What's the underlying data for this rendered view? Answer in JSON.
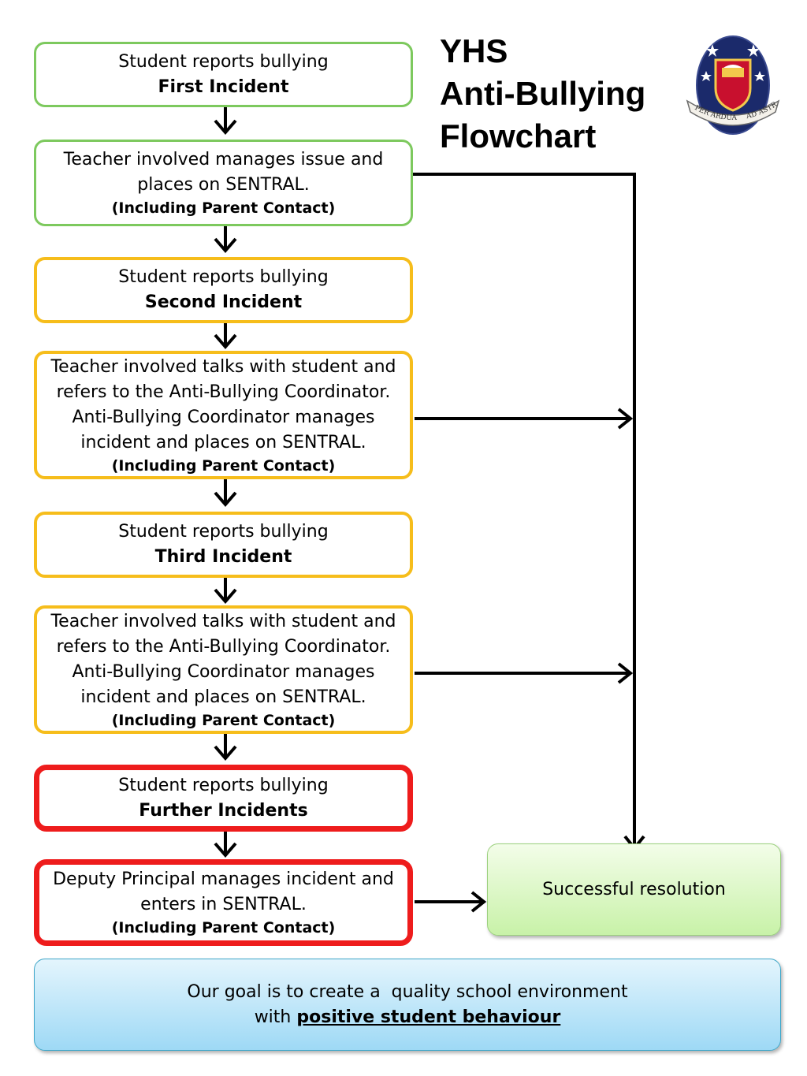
{
  "title": {
    "line1": "YHS",
    "line2": "Anti-Bullying",
    "line3": "Flowchart"
  },
  "logo": {
    "motto_left": "PER ARDUA",
    "motto_right": "AD ASTRA",
    "colors": {
      "navy": "#1b2a6b",
      "red": "#c8102e",
      "gold": "#f2c94c"
    }
  },
  "steps": [
    {
      "line1": "Student reports bullying",
      "line2": "First Incident"
    },
    {
      "line1": "Teacher involved manages issue and",
      "line2": "places on SENTRAL.",
      "note": "(Including Parent Contact)"
    },
    {
      "line1": "Student reports bullying",
      "line2": "Second Incident"
    },
    {
      "line1": "Teacher involved talks with student and",
      "line2": "refers to the Anti-Bullying Coordinator.",
      "line3": "Anti-Bullying Coordinator manages",
      "line4": "incident and places on SENTRAL.",
      "note": "(Including Parent Contact)"
    },
    {
      "line1": "Student reports bullying",
      "line2": "Third Incident"
    },
    {
      "line1": "Teacher involved talks with student and",
      "line2": "refers to the Anti-Bullying Coordinator.",
      "line3": "Anti-Bullying Coordinator manages",
      "line4": "incident and places on SENTRAL.",
      "note": "(Including Parent Contact)"
    },
    {
      "line1": "Student reports bullying",
      "line2": "Further Incidents"
    },
    {
      "line1": "Deputy Principal manages incident and",
      "line2": "enters in SENTRAL.",
      "note": "(Including Parent Contact)"
    }
  ],
  "resolution": "Successful resolution",
  "goal": {
    "line1": "Our goal is to create a  quality school environment",
    "line2_prefix": "with ",
    "line2_emphasis": "positive student behaviour"
  },
  "colors": {
    "green": "#7dc95e",
    "yellow": "#f6bd1b",
    "red": "#ee1c1c",
    "resolution_fill": "#c8f2a8",
    "goal_fill": "#9ed9f5"
  }
}
